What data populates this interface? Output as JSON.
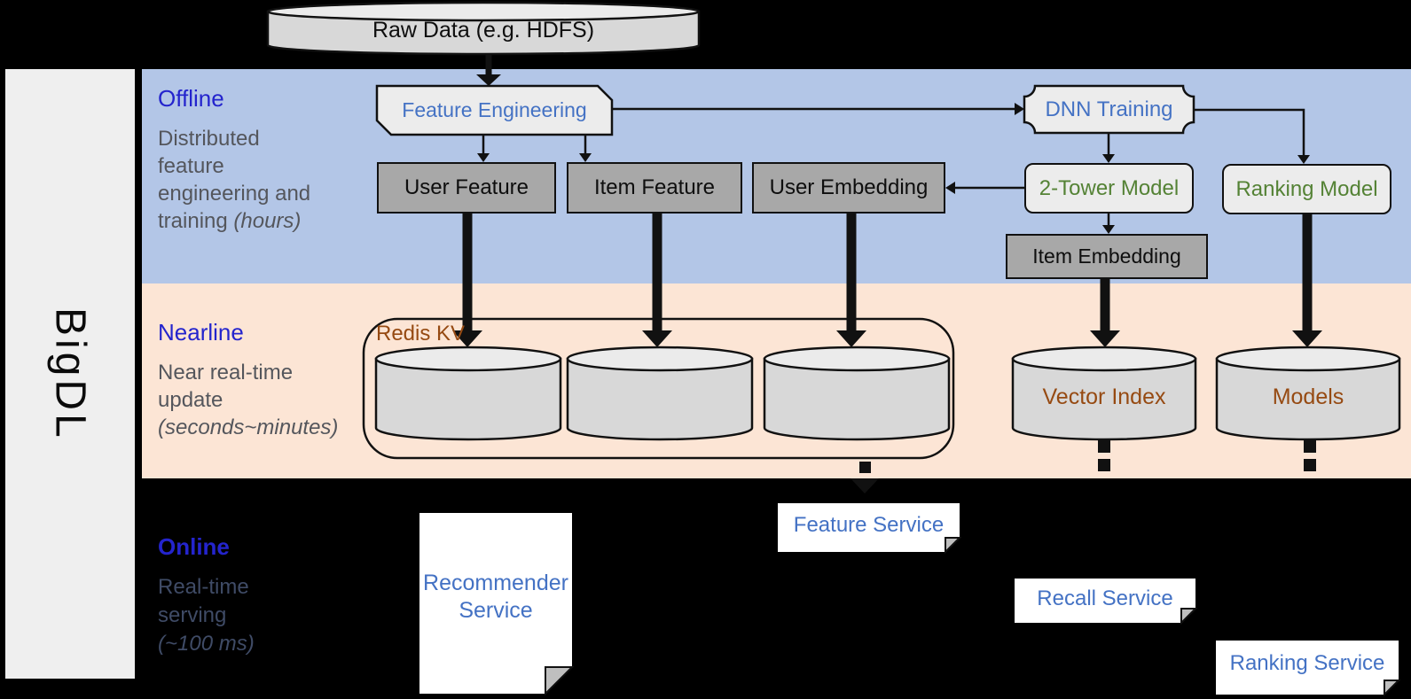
{
  "brand": {
    "label": "BigDL"
  },
  "colors": {
    "band_blue": "#b3c6e7",
    "band_peach": "#fce5d5",
    "sidebar_gray": "#efefef",
    "node_gray": "#a8a8a8",
    "node_light": "#ececec",
    "cylinder_body": "#d8d8d8",
    "cylinder_top": "#ebebeb",
    "line_black": "#111111",
    "accent_blue": "#4472c4",
    "heading_blue": "#2424cd",
    "model_green": "#548235",
    "storage_brown": "#964a12",
    "subtitle_gray": "#54565c",
    "online_subtitle": "#3f4b66",
    "fold_gray": "#bfbfbf",
    "service_bg": "#ffffff"
  },
  "pipeline": {
    "raw_data": "Raw Data (e.g. HDFS)",
    "offline": {
      "title": "Offline",
      "subtitle": [
        "Distributed",
        "feature",
        "engineering and"
      ],
      "subtitle_tail": "training ",
      "subtitle_tail_italic": "(hours)",
      "nodes": {
        "feature_engineering": "Feature Engineering",
        "dnn_training": "DNN Training",
        "user_feature": "User Feature",
        "item_feature": "Item Feature",
        "user_embedding": "User Embedding",
        "two_tower_model": "2-Tower Model",
        "ranking_model": "Ranking Model",
        "item_embedding": "Item Embedding"
      }
    },
    "nearline": {
      "title": "Nearline",
      "subtitle": [
        "Near real-time",
        "update"
      ],
      "subtitle_italic": "(seconds~minutes)",
      "nodes": {
        "redis_kv": "Redis KV",
        "vector_index": "Vector Index",
        "models": "Models"
      }
    },
    "online": {
      "title": "Online",
      "subtitle": [
        "Real-time",
        "serving"
      ],
      "subtitle_italic": "(~100 ms)",
      "nodes": {
        "recommender_service": [
          "Recommender",
          "Service"
        ],
        "feature_service": "Feature Service",
        "recall_service": "Recall Service",
        "ranking_service": "Ranking Service"
      }
    }
  }
}
